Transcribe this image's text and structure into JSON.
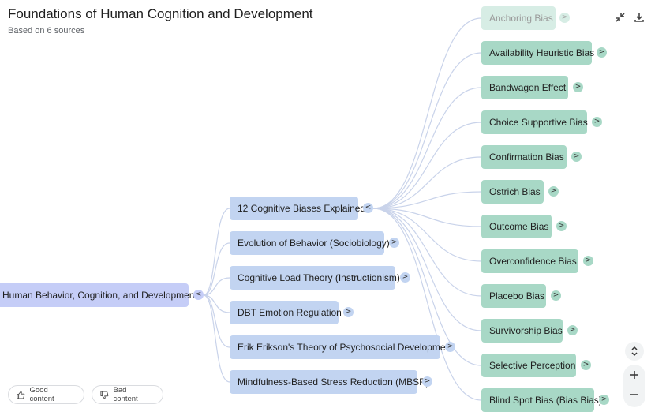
{
  "header": {
    "title": "Foundations of Human Cognition and Development",
    "subtitle": "Based on 6 sources"
  },
  "mindmap": {
    "root": {
      "label": "Human Behavior, Cognition, and Development",
      "toggle": "<"
    },
    "branches": [
      {
        "label": "12 Cognitive Biases Explained",
        "toggle": "<"
      },
      {
        "label": "Evolution of Behavior (Sociobiology)",
        "toggle": ">"
      },
      {
        "label": "Cognitive Load Theory (Instructionism)",
        "toggle": ">"
      },
      {
        "label": "DBT Emotion Regulation",
        "toggle": ">"
      },
      {
        "label": "Erik Erikson's Theory of Psychosocial Development",
        "toggle": ">"
      },
      {
        "label": "Mindfulness-Based Stress Reduction (MBSR)",
        "toggle": ">"
      }
    ],
    "leaves": [
      {
        "label": "Anchoring Bias",
        "toggle": ">"
      },
      {
        "label": "Availability Heuristic Bias",
        "toggle": ">"
      },
      {
        "label": "Bandwagon Effect",
        "toggle": ">"
      },
      {
        "label": "Choice Supportive Bias",
        "toggle": ">"
      },
      {
        "label": "Confirmation Bias",
        "toggle": ">"
      },
      {
        "label": "Ostrich Bias",
        "toggle": ">"
      },
      {
        "label": "Outcome Bias",
        "toggle": ">"
      },
      {
        "label": "Overconfidence Bias",
        "toggle": ">"
      },
      {
        "label": "Placebo Bias",
        "toggle": ">"
      },
      {
        "label": "Survivorship Bias",
        "toggle": ">"
      },
      {
        "label": "Selective Perception",
        "toggle": ">"
      },
      {
        "label": "Blind Spot Bias (Bias Bias)",
        "toggle": ">"
      }
    ]
  },
  "feedback": {
    "good_label": "Good content",
    "bad_label": "Bad content"
  },
  "colors": {
    "root": "#c5cdf7",
    "branch": "#c2d4f1",
    "leaf": "#a8d8c6",
    "link": "#c9d3ea"
  },
  "icons": [
    "collapse-icon",
    "download-icon",
    "thumbs-up-icon",
    "thumbs-down-icon",
    "expand-collapse-icon",
    "zoom-in-icon",
    "zoom-out-icon"
  ]
}
